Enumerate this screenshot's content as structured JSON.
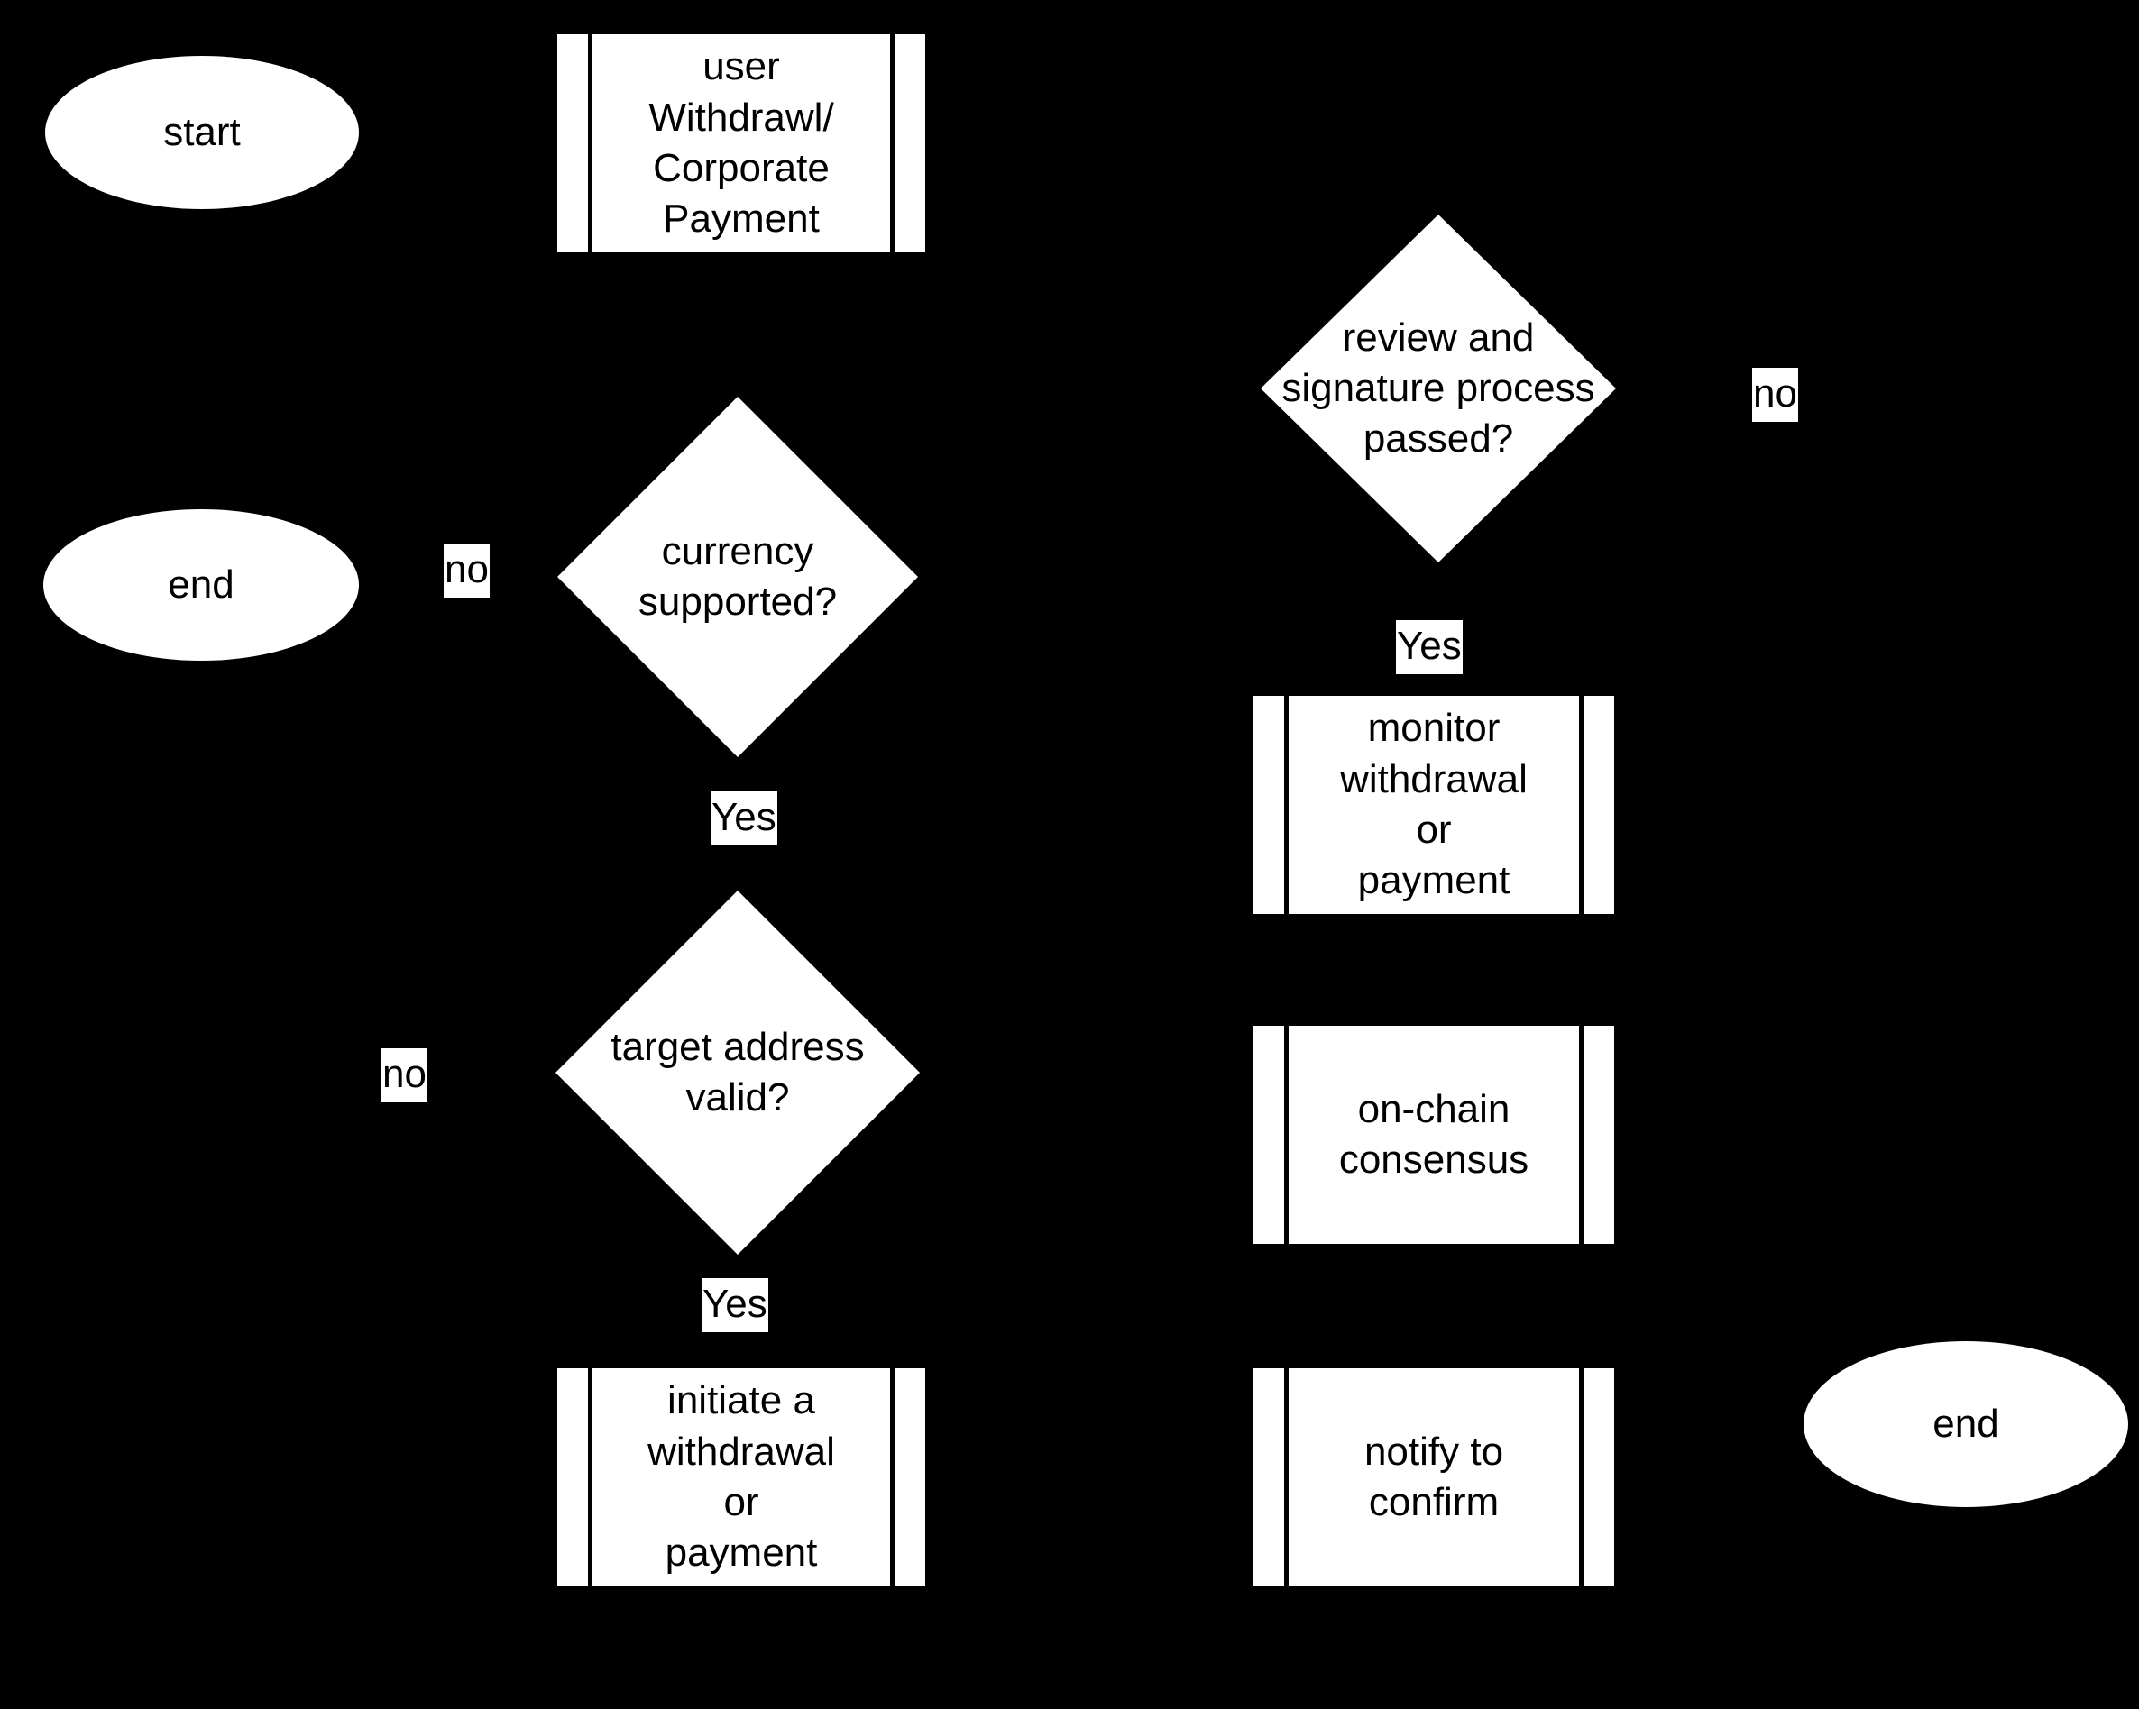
{
  "diagram": {
    "title": "withdrawal and corporate payment flowchart",
    "background_color": "#000000",
    "shape_fill_color": "#ffffff",
    "text_color": "#000000"
  },
  "nodes": {
    "start": {
      "label": "start",
      "shape": "ellipse"
    },
    "user_withdrawal": {
      "label": "user\nWithdrawl/\nCorporate\nPayment",
      "shape": "subroutine"
    },
    "end_left": {
      "label": "end",
      "shape": "ellipse"
    },
    "currency_supported": {
      "label": "currency\nsupported?",
      "shape": "diamond"
    },
    "target_address_valid": {
      "label": "target address\nvalid?",
      "shape": "diamond"
    },
    "initiate_withdrawal": {
      "label": "initiate a\nwithdrawal\nor\npayment",
      "shape": "subroutine"
    },
    "review_signature": {
      "label": "review and\nsignature process\npassed?",
      "shape": "diamond"
    },
    "monitor_withdrawal": {
      "label": "monitor\nwithdrawal\nor\npayment",
      "shape": "subroutine"
    },
    "on_chain_consensus": {
      "label": "on-chain\nconsensus",
      "shape": "subroutine"
    },
    "notify_to_confirm": {
      "label": "notify to\nconfirm",
      "shape": "subroutine"
    },
    "end_right": {
      "label": "end",
      "shape": "ellipse"
    }
  },
  "edge_labels": {
    "currency_no": "no",
    "currency_yes": "Yes",
    "address_no": "no",
    "address_yes": "Yes",
    "review_no": "no",
    "review_yes": "Yes"
  }
}
